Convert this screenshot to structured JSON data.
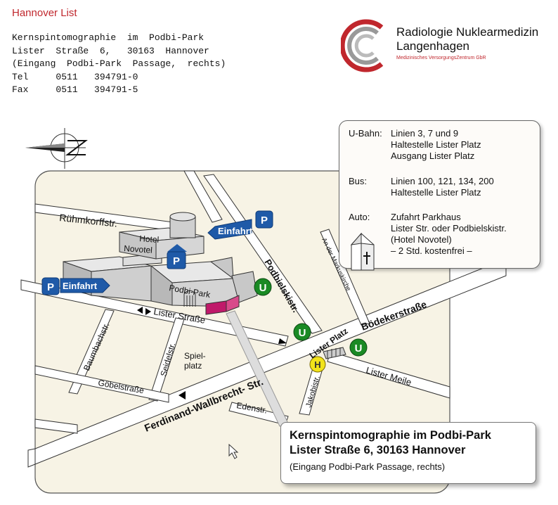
{
  "header": {
    "title": "Hannover List",
    "address": [
      "Kernspintomographie  im  Podbi-Park",
      "Lister  Straße  6,   30163  Hannover",
      "(Eingang  Podbi-Park  Passage,  rechts)",
      "Tel     0511   394791-0",
      "Fax     0511   394791-5"
    ]
  },
  "logo": {
    "line1": "Radiologie Nuklearmedizin",
    "line2": "Langenhagen",
    "line3": "Medizinisches VersorgungsZentrum GbR"
  },
  "info": {
    "ubahn_label": "U-Bahn:",
    "ubahn_lines": [
      "Linien 3, 7 und 9",
      "Haltestelle Lister Platz",
      "Ausgang Lister Platz"
    ],
    "bus_label": "Bus:",
    "bus_lines": [
      "Linien 100, 121, 134, 200",
      "Haltestelle Lister Platz"
    ],
    "auto_label": "Auto:",
    "auto_lines": [
      "Zufahrt Parkhaus",
      "Lister Str.  oder  Podbielskistr.",
      "(Hotel Novotel)",
      "– 2 Std. kostenfrei –"
    ]
  },
  "map": {
    "streets": {
      "ruehmkorff": "Rühmkorffstr.",
      "lister": "Lister Straße",
      "podbielski": "Podbielskistr.",
      "markus": "An der Markuskirche",
      "boedeker": "Bödekerstraße",
      "baumbach": "Baumbachstr.",
      "seidel": "Seidelstr.",
      "goebel": "Göbelstraße",
      "ferdinand": "Ferdinand-Wallbrecht-   Str.",
      "eden": "Edenstr.",
      "jakobi": "Jakobistr.",
      "listermeile": "Lister Meile",
      "listerplatz": "Lister Platz"
    },
    "labels": {
      "hotel1": "Hotel",
      "hotel2": "Novotel",
      "podbipark": "Podbi-Park",
      "spiel1": "Spiel-",
      "spiel2": "platz",
      "einfahrt1": "Einfahrt",
      "einfahrt2": "Einfahrt",
      "parking": "P",
      "ubahn": "U",
      "haltestelle": "H",
      "compass": "N"
    }
  },
  "bottom": {
    "line1": "Kernspintomographie im Podbi-Park",
    "line2": "Lister Straße 6,  30163 Hannover",
    "line3": "(Eingang Podbi-Park Passage, rechts)"
  },
  "colors": {
    "accent": "#c0272d",
    "map_bg": "#f7f3e5",
    "parking": "#1f5aa8",
    "ubahn": "#1a8a24",
    "bus": "#f2e31a",
    "building_mark": "#c0196a"
  }
}
